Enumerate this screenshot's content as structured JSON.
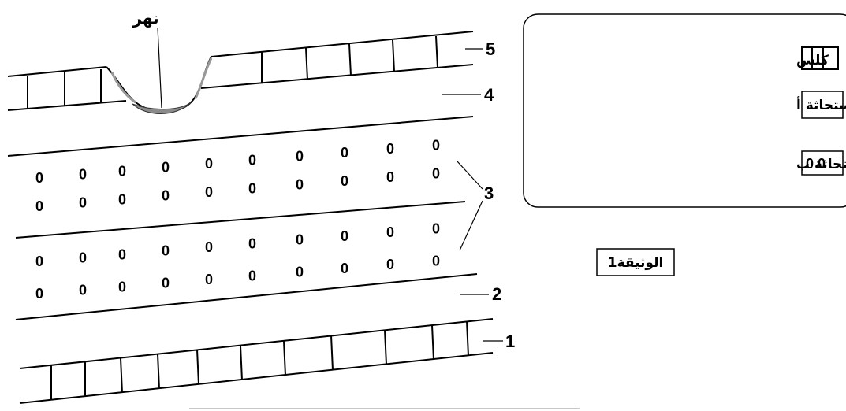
{
  "river_label": "نهر",
  "layer_numbers": [
    "1",
    "2",
    "3",
    "4",
    "5"
  ],
  "document_label": "الوثيقة1",
  "legend": {
    "items": [
      {
        "label": "كلس",
        "symbol": "limestone"
      },
      {
        "label": "سجيل يحتوي على المستحاثة أ",
        "symbol": "shale"
      },
      {
        "label": "طين يحتوي على المستحاثة ب",
        "symbol": "clay",
        "symbol_text": "0 0"
      }
    ]
  },
  "clay_symbol_char": "0"
}
